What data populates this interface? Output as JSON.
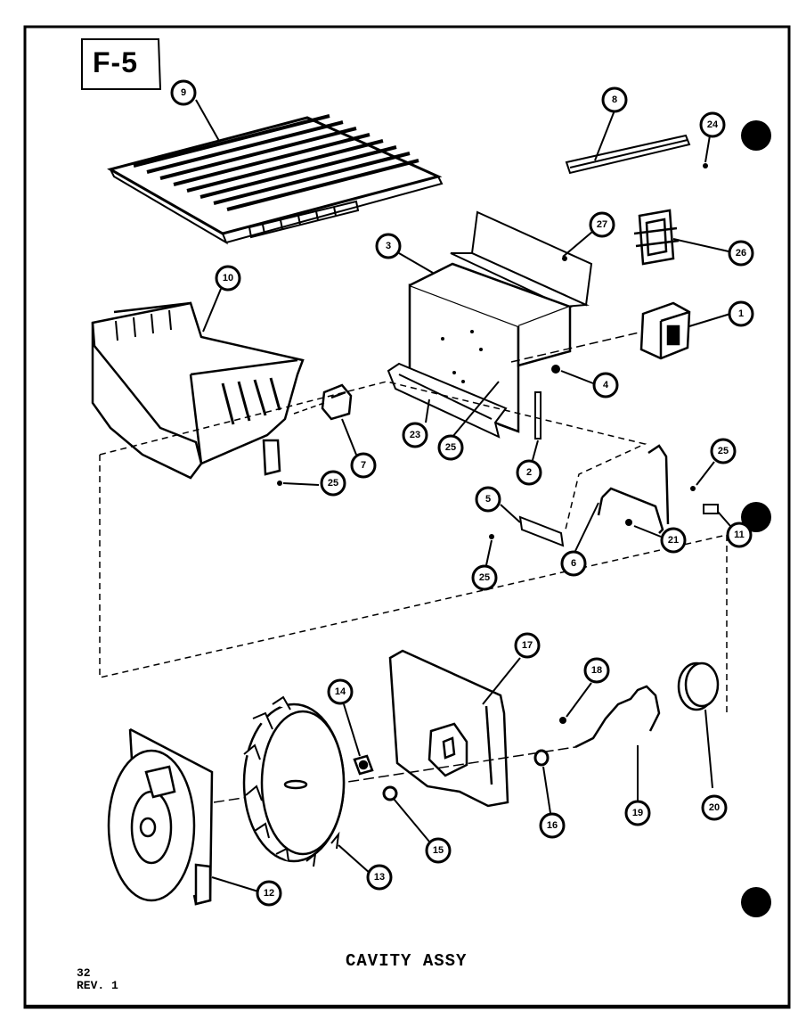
{
  "sheet_id": "F-5",
  "title": "CAVITY ASSY",
  "page_number": "32",
  "revision": "REV. 1",
  "callouts": [
    "9",
    "8",
    "24",
    "27",
    "26",
    "3",
    "10",
    "1",
    "4",
    "7",
    "23",
    "25",
    "2",
    "25",
    "25",
    "5",
    "21",
    "11",
    "6",
    "25",
    "17",
    "18",
    "14",
    "16",
    "19",
    "20",
    "15",
    "13",
    "12"
  ]
}
